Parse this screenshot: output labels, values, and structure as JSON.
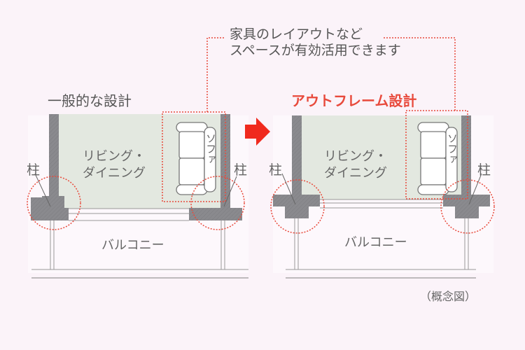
{
  "callout": {
    "line1": "家具のレイアウトなど",
    "line2": "スペースが有効活用できます"
  },
  "diagrams": [
    {
      "title": "一般的な設計",
      "room_label_1": "リビング・",
      "room_label_2": "ダイニング",
      "sofa_label": "ソファ",
      "pillar_left": "柱",
      "pillar_right": "柱",
      "balcony": "バルコニー"
    },
    {
      "title": "アウトフレーム設計",
      "room_label_1": "リビング・",
      "room_label_2": "ダイニング",
      "sofa_label": "ソファ",
      "pillar_left": "柱",
      "pillar_right": "柱",
      "balcony": "バルコニー"
    }
  ],
  "note": "（概念図）",
  "colors": {
    "background": "#fbf3f9",
    "room_fill": "#e3e8e0",
    "wall": "#8a8a8e",
    "accent_red": "#e84a3c",
    "arrow_red": "#f02a1e",
    "text": "#555555"
  },
  "arrow": {
    "icon": "right-arrow-icon"
  }
}
